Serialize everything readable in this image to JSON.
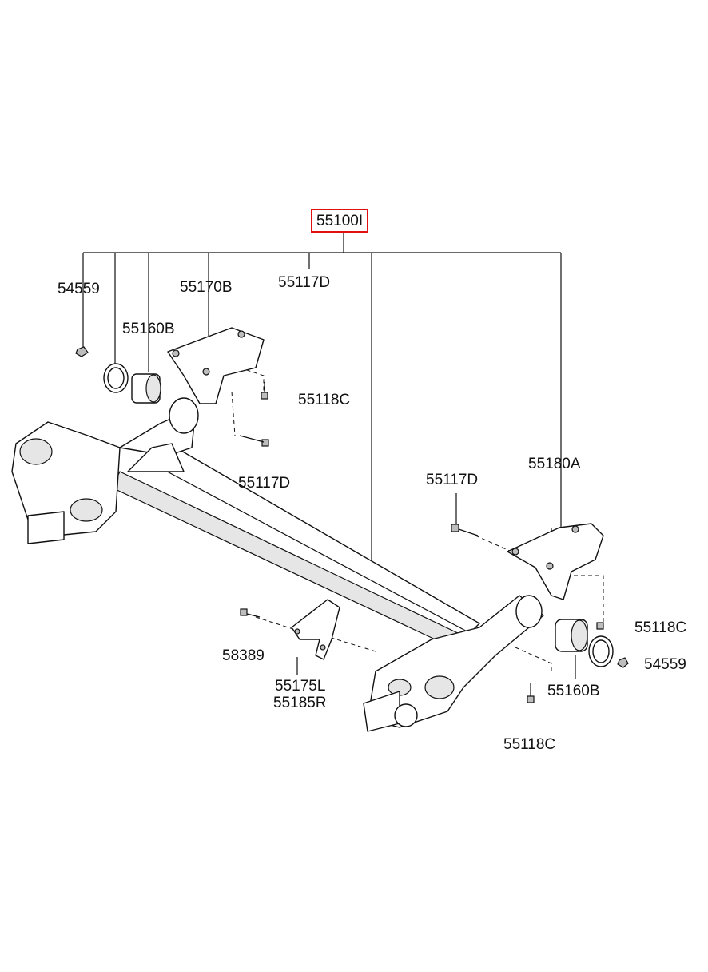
{
  "diagram": {
    "assembly_label": "55100I",
    "labels": {
      "nut_left": "54559",
      "bushing_left": "55160B",
      "bracket_left": "55170B",
      "bolt_top": "55117D",
      "bolt_left_bracket": "55118C",
      "bolt_left_lower": "55117D",
      "bracket_right": "55180A",
      "bolt_right_top": "55117D",
      "bolt_right_bracket": "55118C",
      "nut_right": "54559",
      "bushing_right": "55160B",
      "bolt_right_lower": "55118C",
      "bolt_58389": "58389",
      "bracket_center_l": "55175L",
      "bracket_center_r": "55185R"
    },
    "accent_color": "#e01010"
  }
}
